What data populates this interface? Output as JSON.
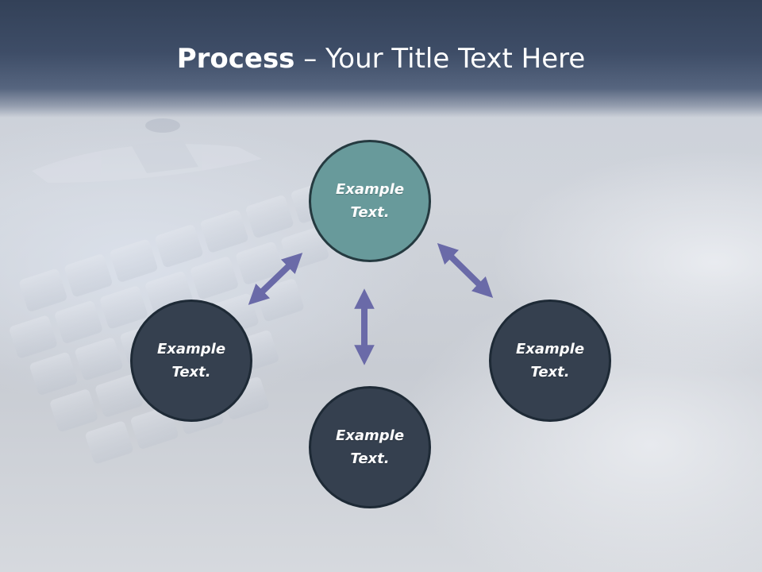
{
  "title": {
    "bold": "Process",
    "rest": " – Your Title Text Here"
  },
  "colors": {
    "header": "#3e4d67",
    "node_top": "#689a9b",
    "node_dark": "#35404f",
    "arrow": "#6a6aa8"
  },
  "nodes": {
    "top": {
      "line1": "Example",
      "line2": "Text."
    },
    "left": {
      "line1": "Example",
      "line2": "Text."
    },
    "right": {
      "line1": "Example",
      "line2": "Text."
    },
    "bottom": {
      "line1": "Example",
      "line2": "Text."
    }
  }
}
